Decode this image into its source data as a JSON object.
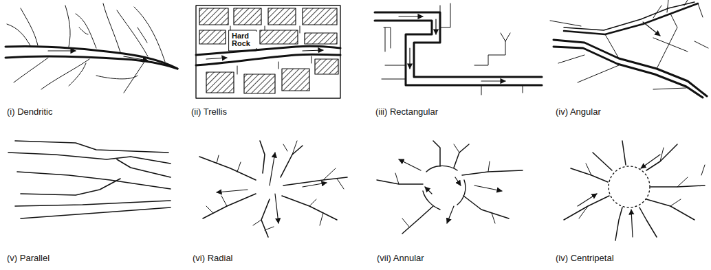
{
  "diagram": {
    "labels": [
      "Hard Rock",
      "(i) Dendritic",
      "(ii) Trellis",
      "(iii) Rectangular",
      "(iv) Angular",
      "(v) Parallel",
      "(vi) Radial",
      "(vii) Annular",
      "(iv) Centripetal"
    ]
  }
}
